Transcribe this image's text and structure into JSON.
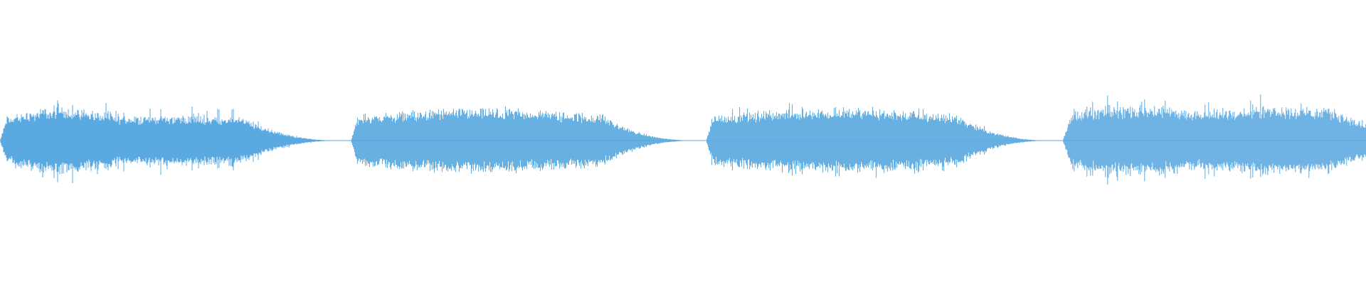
{
  "waveform": {
    "color": "#5aa9e0",
    "background": "#ffffff",
    "segments": [
      {
        "start": 0.0,
        "end": 0.25,
        "peak": 0.68,
        "body": 0.42,
        "tail": 0.35,
        "shape": "front"
      },
      {
        "start": 0.257,
        "end": 0.513,
        "peak": 0.52,
        "body": 0.4,
        "tail": 0.3,
        "shape": "even"
      },
      {
        "start": 0.517,
        "end": 0.773,
        "peak": 0.6,
        "body": 0.4,
        "tail": 0.3,
        "shape": "even"
      },
      {
        "start": 0.778,
        "end": 1.0,
        "peak": 0.7,
        "body": 0.44,
        "tail": 0.0,
        "shape": "double"
      }
    ]
  }
}
